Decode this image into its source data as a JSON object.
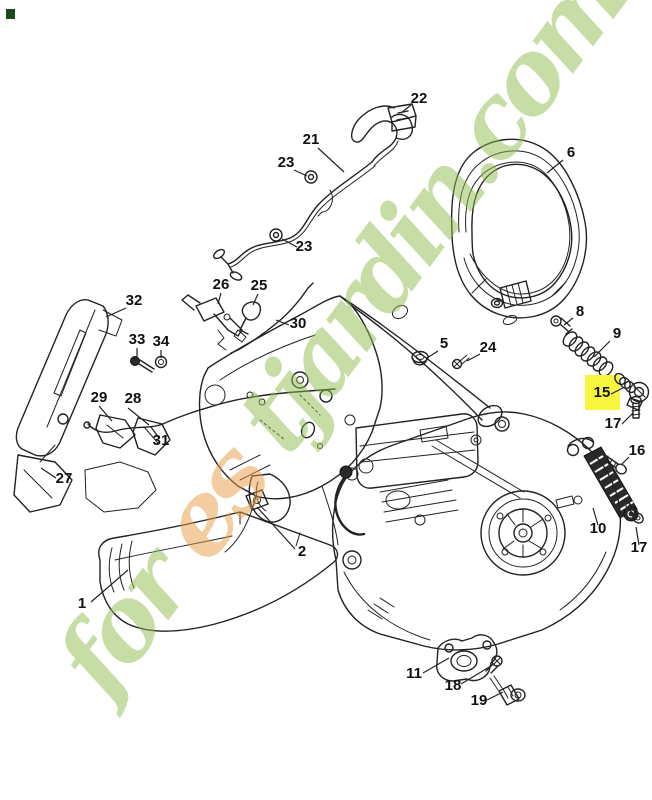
{
  "image": {
    "kind": "exploded-parts-diagram",
    "background": "#ffffff",
    "line_color": "#222222",
    "label_color": "#111111"
  },
  "watermark": {
    "text": "forestjardin.com",
    "segments": [
      {
        "text": "for",
        "color": "#8fbf4e"
      },
      {
        "text": "es",
        "color": "#e89b43"
      },
      {
        "text": "tjardin.com",
        "color": "#8fbf4e"
      }
    ]
  },
  "highlight": {
    "part": "15",
    "color": "#f7f53e"
  },
  "corner_mark": {
    "color": "#1b4b1b"
  },
  "callouts": [
    {
      "text": "22"
    },
    {
      "text": "21"
    },
    {
      "text": "23"
    },
    {
      "text": "23"
    },
    {
      "text": "6"
    },
    {
      "text": "32"
    },
    {
      "text": "26"
    },
    {
      "text": "25"
    },
    {
      "text": "30"
    },
    {
      "text": "33"
    },
    {
      "text": "34"
    },
    {
      "text": "5"
    },
    {
      "text": "24"
    },
    {
      "text": "8"
    },
    {
      "text": "9"
    },
    {
      "text": "15"
    },
    {
      "text": "17"
    },
    {
      "text": "16"
    },
    {
      "text": "10"
    },
    {
      "text": "17"
    },
    {
      "text": "29"
    },
    {
      "text": "28"
    },
    {
      "text": "31"
    },
    {
      "text": "27"
    },
    {
      "text": "1"
    },
    {
      "text": "2"
    },
    {
      "text": "11"
    },
    {
      "text": "18"
    },
    {
      "text": "19"
    }
  ]
}
